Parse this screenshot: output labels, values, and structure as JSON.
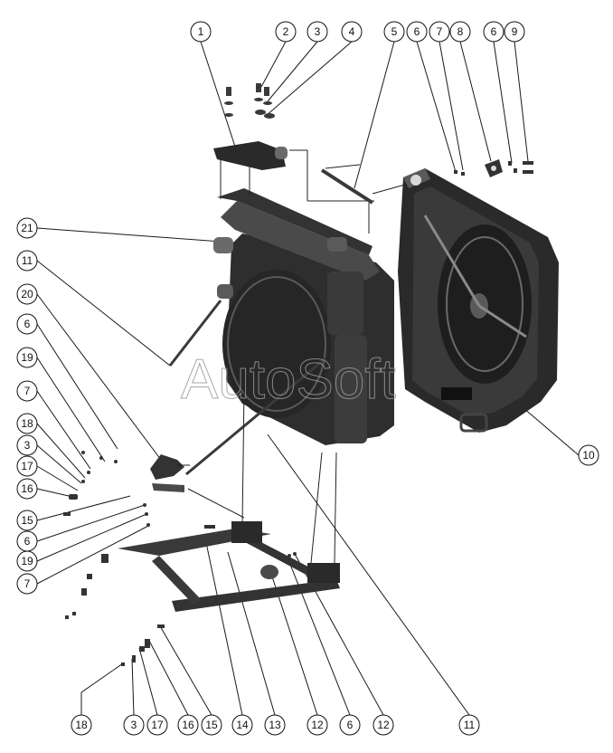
{
  "watermark": "AutoSoft",
  "colors": {
    "part_fill": "#2d2d2d",
    "part_light": "#5a5a5a",
    "line": "#1a1a1a",
    "callout_fill": "#ffffff"
  },
  "callouts": {
    "top": [
      "1",
      "2",
      "3",
      "4",
      "5",
      "6",
      "7",
      "8",
      "6",
      "9"
    ],
    "left": [
      "21",
      "11",
      "20",
      "6",
      "19",
      "7",
      "18",
      "3",
      "17",
      "16",
      "15",
      "6",
      "19",
      "7"
    ],
    "right": [
      "10"
    ],
    "bottom": [
      "18",
      "3",
      "17",
      "16",
      "15",
      "14",
      "13",
      "12",
      "6",
      "12",
      "11"
    ]
  }
}
